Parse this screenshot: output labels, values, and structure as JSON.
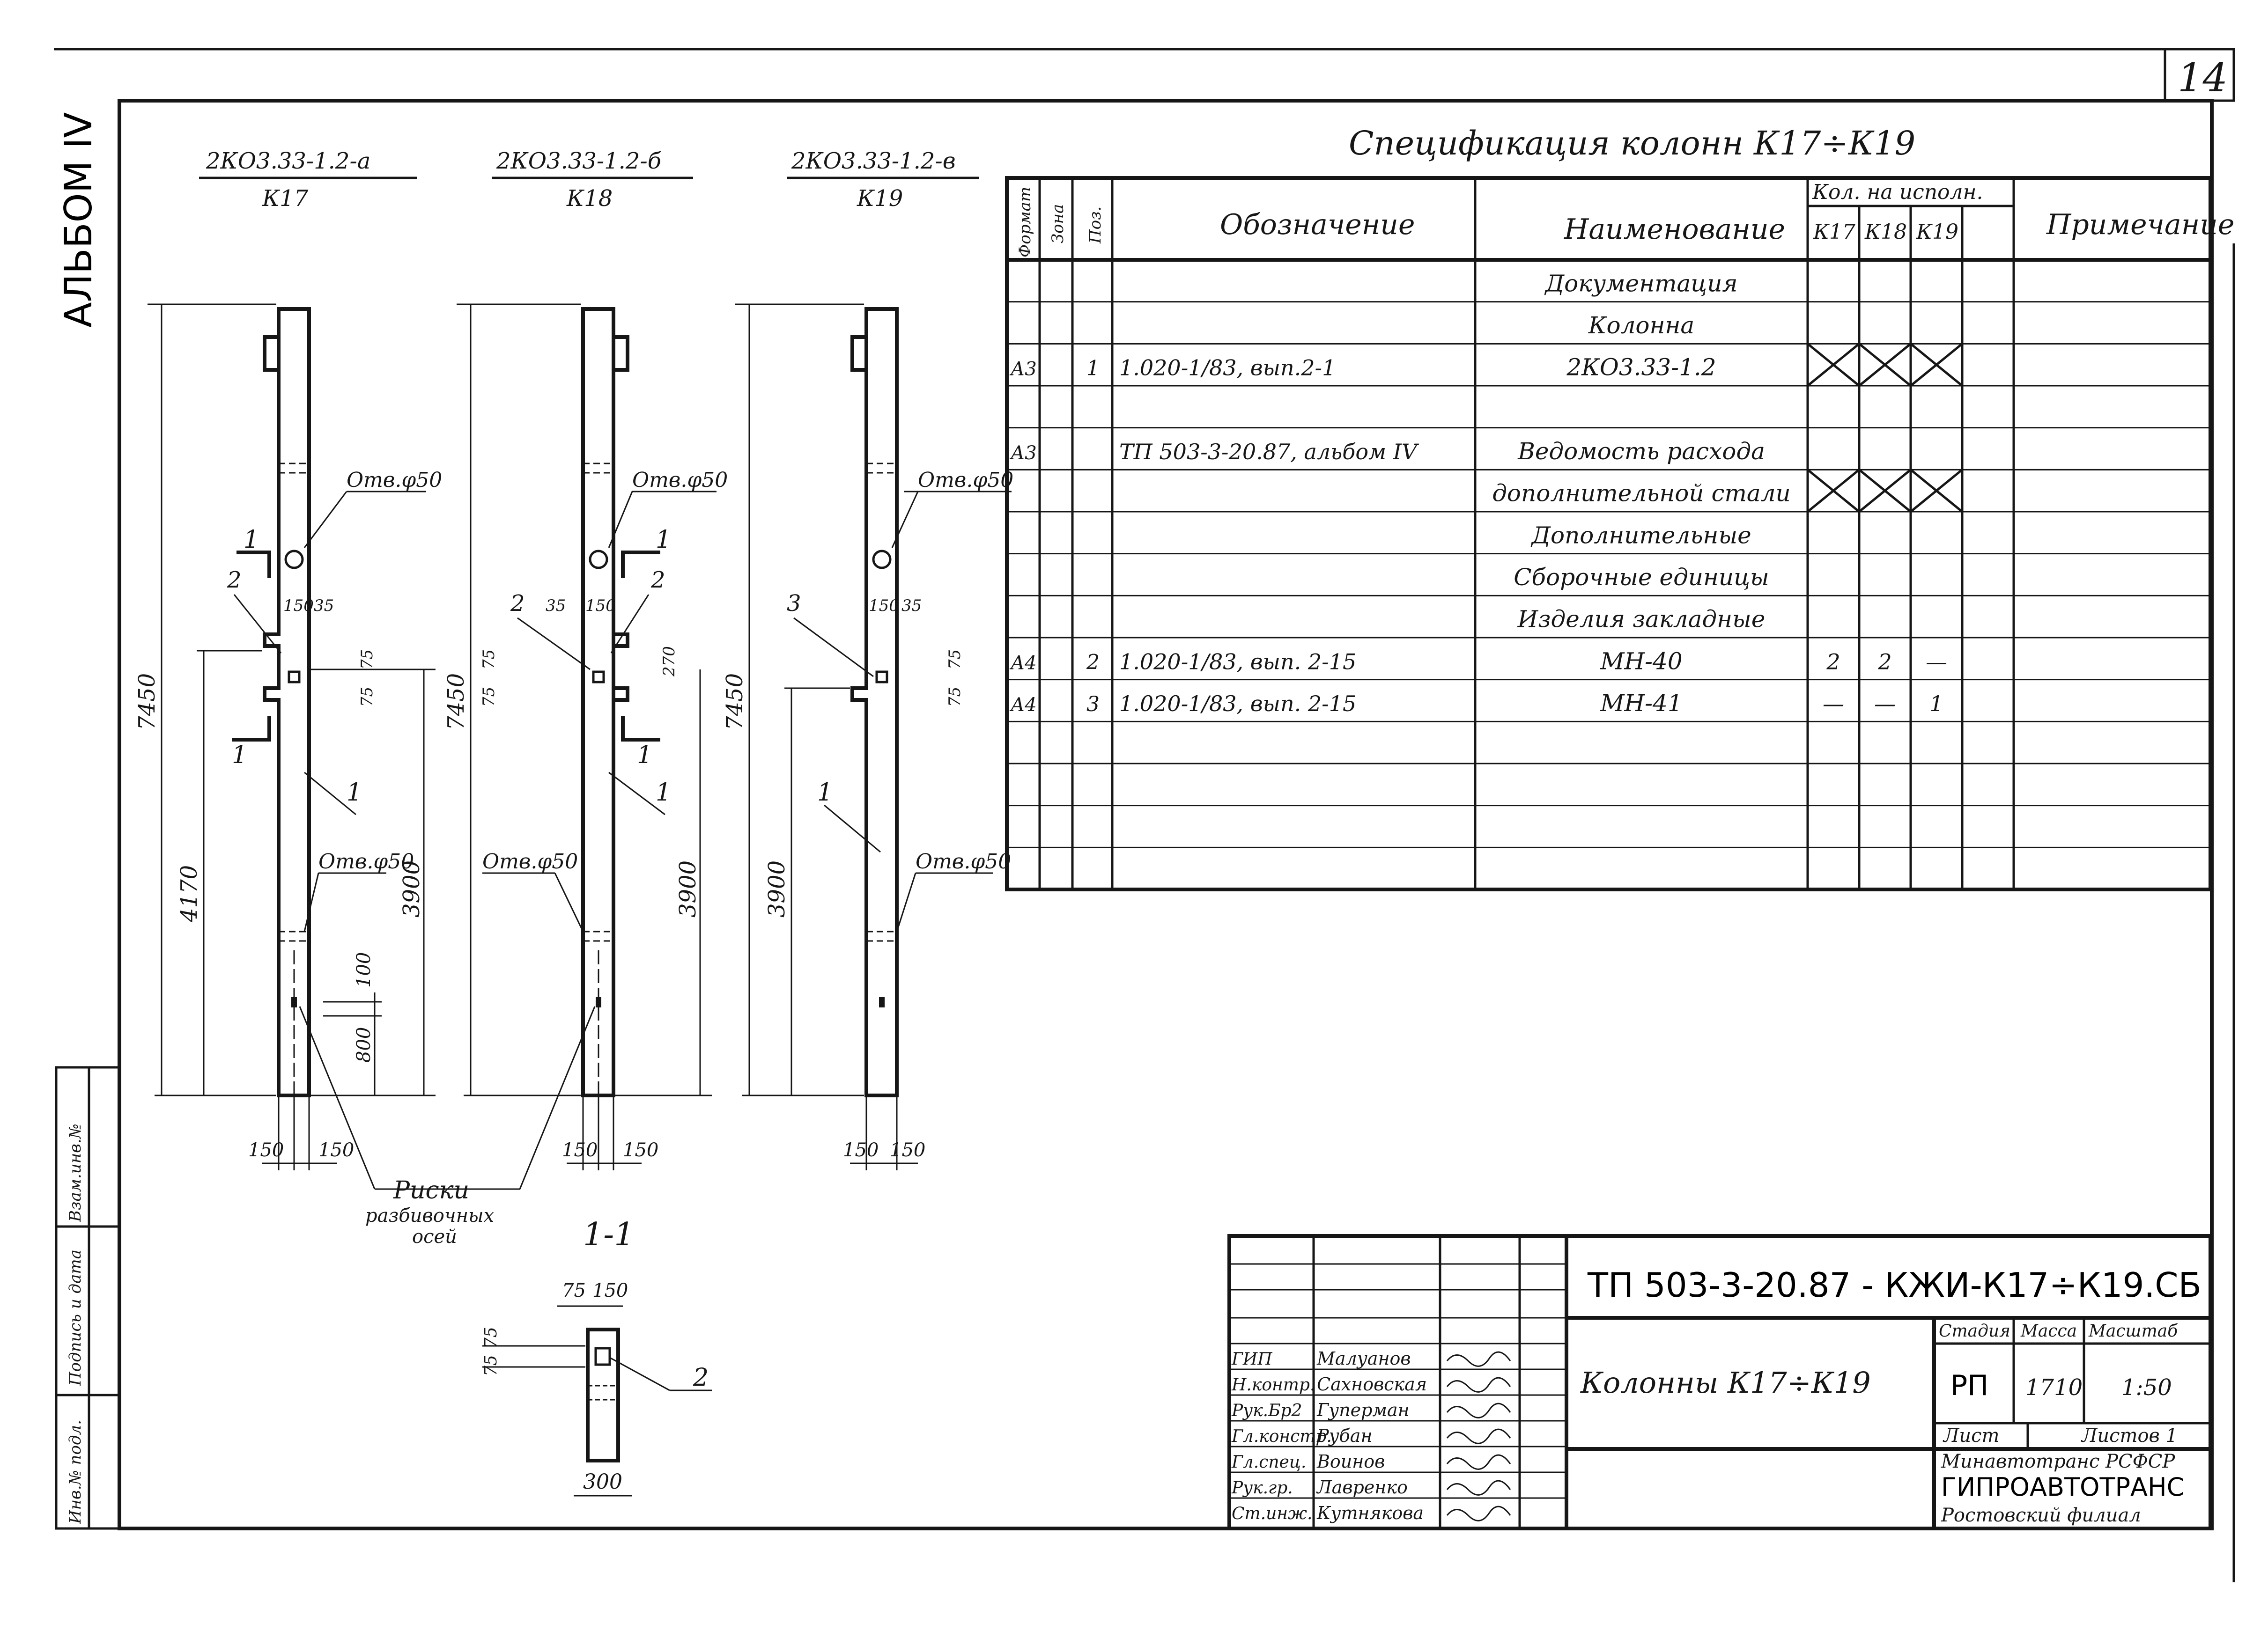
{
  "page": {
    "album": "АЛЬБОМ IV",
    "sheet_number": "14"
  },
  "columns": [
    {
      "code": "2КО3.33-1.2-а",
      "mark": "К17",
      "overall": "7450",
      "lower": "4170",
      "upper_dim": "3900",
      "hole_top": "Отв.φ50",
      "hole_bottom": "Отв.φ50",
      "pos_label": "2",
      "section_mark": "1",
      "column_pos": "1",
      "dims_small": [
        "150",
        "35",
        "75",
        "75",
        "100",
        "800"
      ],
      "bottom_dims": [
        "150",
        "150"
      ]
    },
    {
      "code": "2КО3.33-1.2-б",
      "mark": "К18",
      "overall": "7450",
      "upper_dim": "3900",
      "hole_top": "Отв.φ50",
      "hole_bottom": "Отв.φ50",
      "pos_label": "2",
      "section_mark": "1",
      "column_pos": "1",
      "dims_small": [
        "35",
        "150",
        "75",
        "75",
        "270"
      ],
      "bottom_dims": [
        "150",
        "150"
      ]
    },
    {
      "code": "2КО3.33-1.2-в",
      "mark": "К19",
      "overall": "7450",
      "lower": "3900",
      "hole_top": "Отв.φ50",
      "hole_bottom": "Отв.φ50",
      "pos_label": "3",
      "column_pos": "1",
      "dims_small": [
        "150",
        "35",
        "75",
        "75"
      ],
      "bottom_dims": [
        "150",
        "150"
      ]
    }
  ],
  "notes": {
    "risks_line1": "Риски",
    "risks_line2": "разбивочных",
    "risks_line3": "осей"
  },
  "section": {
    "title": "1-1",
    "dims_top": [
      "75",
      "150"
    ],
    "dims_side": [
      "75",
      "75"
    ],
    "width": "300",
    "pos": "2"
  },
  "spec": {
    "title": "Спецификация колонн К17÷К19",
    "headers": {
      "format": "Формат",
      "zone": "Зона",
      "pos": "Поз.",
      "designation": "Обозначение",
      "name": "Наименование",
      "qty": "Кол. на исполн.",
      "note": "Примечание",
      "k17": "К17",
      "k18": "К18",
      "k19": "К19"
    },
    "rows": [
      {
        "name": "Документация"
      },
      {
        "name": "Колонна"
      },
      {
        "format": "А3",
        "pos": "1",
        "designation": "1.020-1/83, вып.2-1",
        "name": "2КО3.33-1.2",
        "cross": true
      },
      {},
      {
        "format": "А3",
        "designation": "ТП 503-3-20.87, альбом IV",
        "name": "Ведомость расхода"
      },
      {
        "name": "дополнительной стали",
        "cross": true
      },
      {
        "name": "Дополнительные"
      },
      {
        "name": "Сборочные единицы"
      },
      {
        "name": "Изделия закладные"
      },
      {
        "format": "А4",
        "pos": "2",
        "designation": "1.020-1/83, вып. 2-15",
        "name": "МН-40",
        "k17": "2",
        "k18": "2",
        "k19": "—"
      },
      {
        "format": "А4",
        "pos": "3",
        "designation": "1.020-1/83, вып. 2-15",
        "name": "МН-41",
        "k17": "—",
        "k18": "—",
        "k19": "1"
      },
      {},
      {},
      {},
      {}
    ]
  },
  "titleblock": {
    "code": "ТП 503-3-20.87 - КЖИ-К17÷К19.СБ",
    "name": "Колонны К17÷К19",
    "stage_h": "Стадия",
    "mass_h": "Масса",
    "scale_h": "Масштаб",
    "stage": "РП",
    "mass": "1710",
    "scale": "1:50",
    "sheet_h": "Лист",
    "sheets_h": "Листов 1",
    "org1": "Минавтотранс РСФСР",
    "org2": "ГИПРОАВТОТРАНС",
    "org3": "Ростовский филиал",
    "people": [
      {
        "role": "ГИП",
        "name": "Малуанов"
      },
      {
        "role": "Н.контр.",
        "name": "Сахновская"
      },
      {
        "role": "Рук.Бр2",
        "name": "Гуперман"
      },
      {
        "role": "Гл.констр.",
        "name": "Рубан"
      },
      {
        "role": "Гл.спец.",
        "name": "Воинов"
      },
      {
        "role": "Рук.гр.",
        "name": "Лавренко"
      },
      {
        "role": "Ст.инж.",
        "name": "Кутнякова"
      }
    ]
  },
  "side_stamp": [
    "Инв.№ подл.",
    "Подпись и дата",
    "Взам.инв.№"
  ]
}
